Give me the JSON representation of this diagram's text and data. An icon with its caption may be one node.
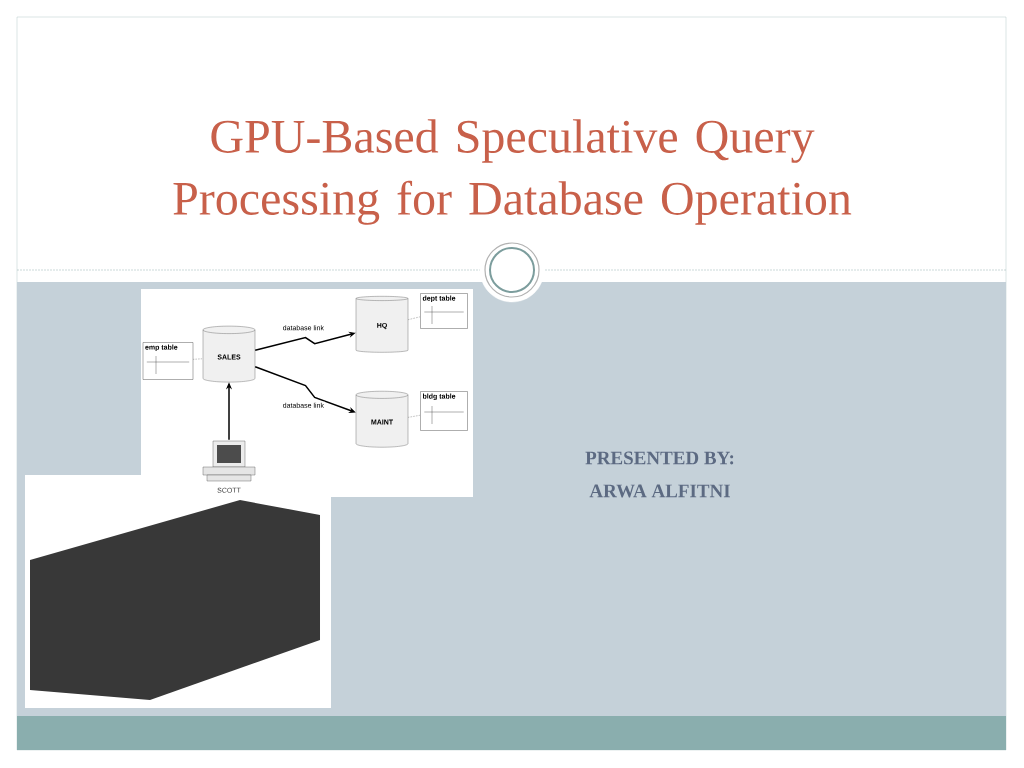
{
  "diagram": {
    "title": "GPU-Based Speculative Query Processing for Database Operation",
    "nodes": [
      {
        "text": [
          "emp table"
        ]
      },
      {
        "text": [
          "SALES"
        ]
      },
      {
        "text": [
          "HQ"
        ]
      },
      {
        "text": [
          "dept table"
        ]
      },
      {
        "text": [
          "MAINT"
        ]
      },
      {
        "text": [
          "bldg table"
        ]
      },
      {
        "text": [],
        "shape": "picture",
        "beside": [
          "SCOTT"
        ]
      }
    ],
    "edges": [
      {
        "from": 1,
        "to": 2,
        "arrow": "to",
        "label": "database link"
      },
      {
        "from": 1,
        "to": 4,
        "arrow": "to",
        "label": "database link"
      },
      {
        "from": 6,
        "to": 1,
        "arrow": "to"
      },
      {
        "from": 0,
        "to": 1,
        "arrow": "none",
        "style": "dashed"
      },
      {
        "from": 2,
        "to": 3,
        "arrow": "none",
        "style": "dashed"
      },
      {
        "from": 4,
        "to": 5,
        "arrow": "none",
        "style": "dashed"
      }
    ],
    "labels": [
      "PRESENTED BY:",
      "ARWA ALFITNI"
    ]
  }
}
